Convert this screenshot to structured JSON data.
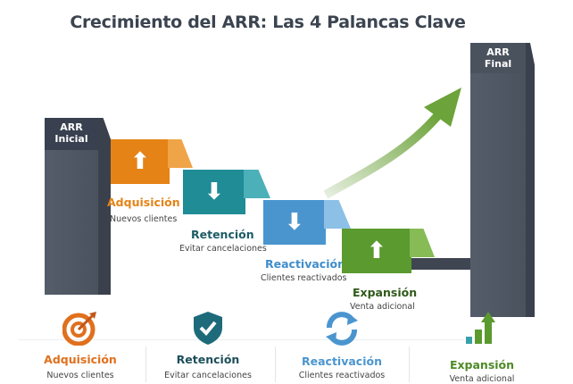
{
  "title": "Crecimiento del ARR: Las 4 Palancas Clave",
  "bars": {
    "initial": {
      "line1": "ARR",
      "line2": "Inicial"
    },
    "final": {
      "line1": "ARR",
      "line2": "Final"
    }
  },
  "levers": [
    {
      "label": "Adquisición",
      "sub": "Nuevos clientes",
      "direction": "up",
      "color": "#e58316"
    },
    {
      "label": "Retención",
      "sub": "Evitar cancelaciones",
      "direction": "down",
      "color": "#1f8c96"
    },
    {
      "label": "Reactivación",
      "sub": "Clientes reactivados",
      "direction": "down",
      "color": "#4b95cf"
    },
    {
      "label": "Expansión",
      "sub": "Venta adicional",
      "direction": "up",
      "color": "#5a9a2e"
    }
  ],
  "icons": [
    "target-icon",
    "shield-check-icon",
    "refresh-icon",
    "growth-chart-icon"
  ],
  "colors": {
    "dark": "#3b4450",
    "retention_label": "#1d5b66"
  }
}
